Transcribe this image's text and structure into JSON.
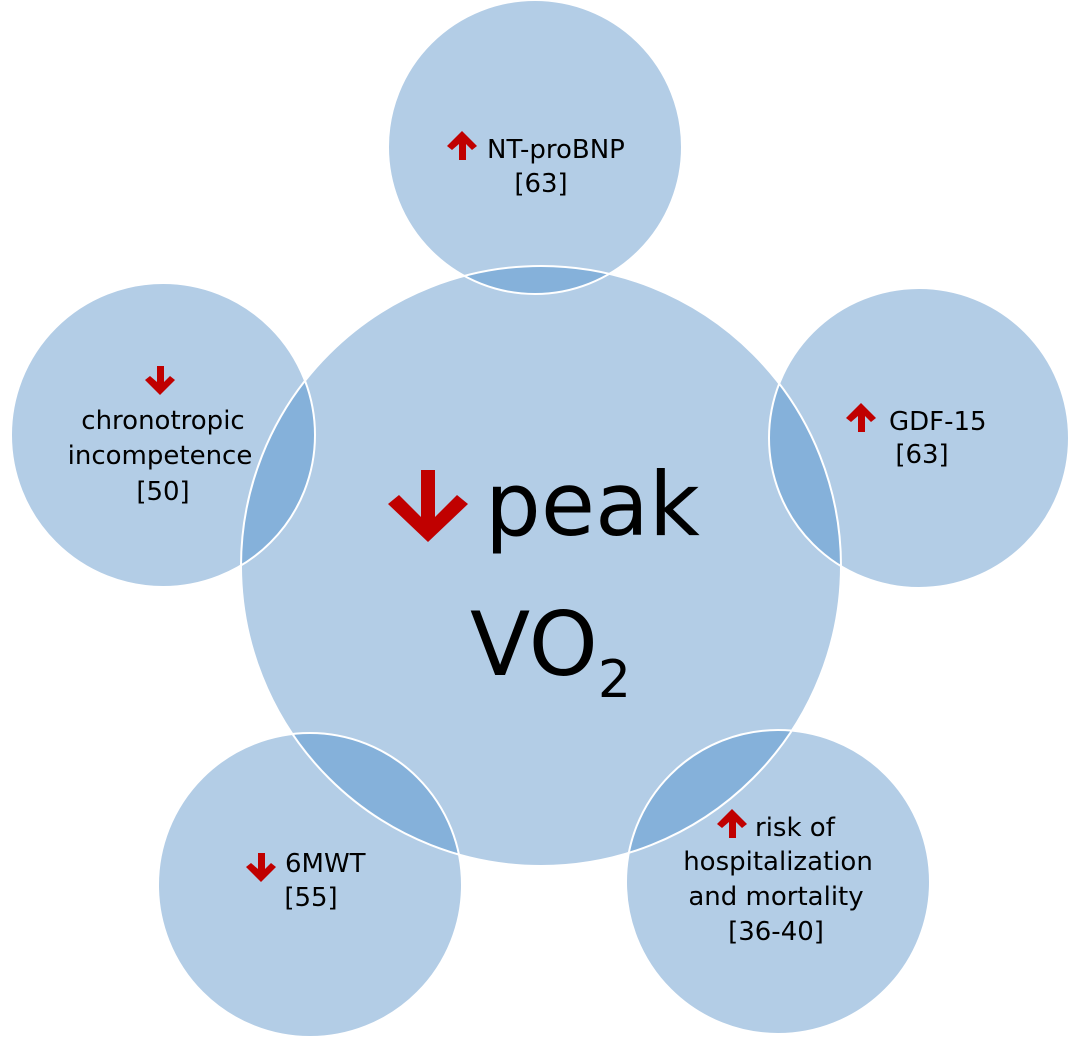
{
  "colors": {
    "circle_fill": "#b3cde6",
    "overlap_fill": "#85b1da",
    "circle_stroke": "#ffffff",
    "arrow_up_down": "#c00000",
    "text": "#000000"
  },
  "center": {
    "direction": "down",
    "line1": "peak",
    "line2": "VO",
    "subscript": "2"
  },
  "satellites": [
    {
      "key": "top",
      "direction": "up",
      "label": "NT-proBNP",
      "lines": [
        "[63]"
      ]
    },
    {
      "key": "right",
      "direction": "up",
      "label": "GDF-15",
      "lines": [
        "[63]"
      ]
    },
    {
      "key": "bottom-right",
      "direction": "up",
      "label": "risk of",
      "lines": [
        "hospitalization",
        "and mortality",
        "[36-40]"
      ]
    },
    {
      "key": "bottom-left",
      "direction": "down",
      "label": "6MWT",
      "lines": [
        "[55]"
      ]
    },
    {
      "key": "left",
      "direction": "down",
      "label": "",
      "lines": [
        "chronotropic",
        "incompetence",
        "[50]"
      ]
    }
  ]
}
